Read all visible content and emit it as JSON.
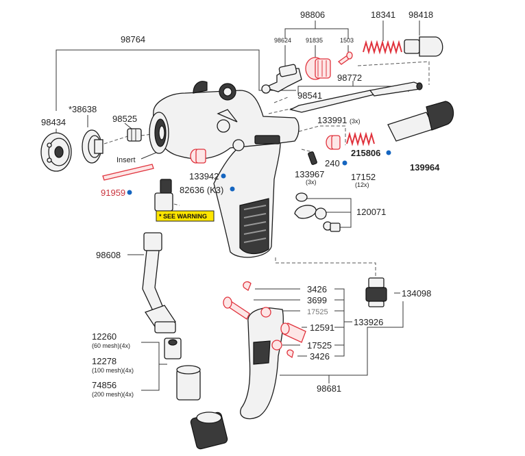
{
  "labels": {
    "p98764": "98764",
    "p98806": "98806",
    "p98624": "98624",
    "p91835": "91835",
    "p1503": "1503",
    "p18341": "18341",
    "p98418": "98418",
    "p98772": "98772",
    "p98541": "98541",
    "p98434": "98434",
    "p38638": "*38638",
    "p98525": "98525",
    "insert": "Insert",
    "p91959": "91959",
    "p133942": "133942",
    "p82636": "82636 (K3)",
    "p133991": "133991",
    "p133991_qty": "(3x)",
    "p215806": "215806",
    "p139964": "139964",
    "p240": "240",
    "p17152": "17152",
    "p17152_qty": "(12x)",
    "p133967": "133967",
    "p133967_qty": "(3x)",
    "p120071": "120071",
    "warning": "* SEE WARNING",
    "p98608": "98608",
    "p3426a": "3426",
    "p3699": "3699",
    "p17525a": "17525",
    "p12591": "12591",
    "p17525b": "17525",
    "p3426b": "3426",
    "p133926": "133926",
    "p134098": "134098",
    "p12260": "12260",
    "p12260_mesh": "(60 mesh)(4x)",
    "p12278": "12278",
    "p12278_mesh": "(100 mesh)(4x)",
    "p74856": "74856",
    "p74856_mesh": "(200 mesh)(4x)",
    "p98681": "98681"
  },
  "colors": {
    "replacement_part": "#e0323c",
    "indicator_dot": "#1565c0",
    "warning_background": "#ffe500"
  }
}
